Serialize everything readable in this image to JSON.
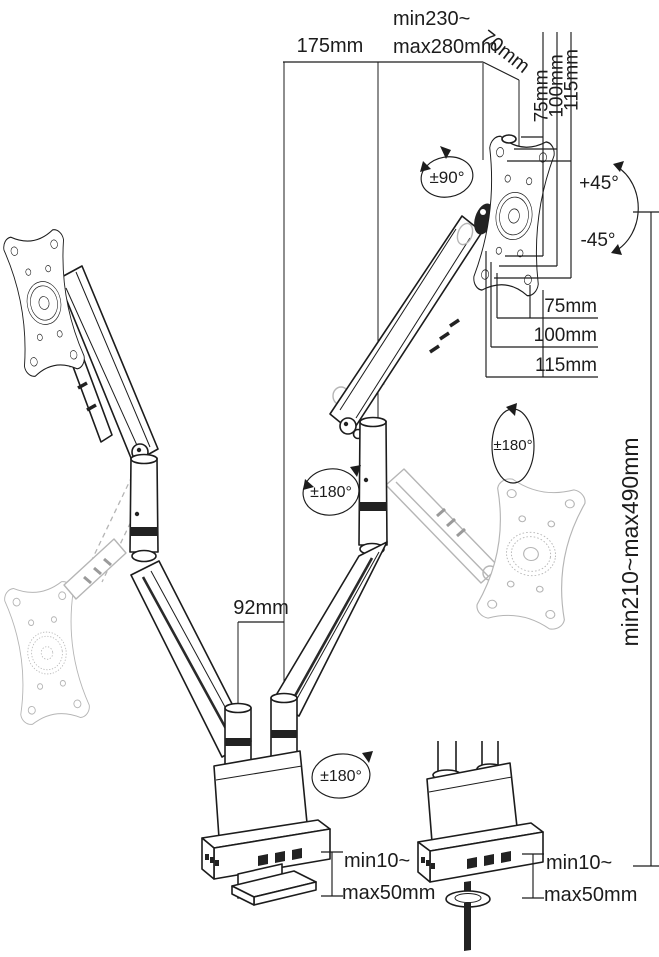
{
  "diagram": {
    "type": "technical-line-drawing",
    "subject": "dual-monitor-desk-mount-arm-dimension-diagram",
    "colors": {
      "background": "#ffffff",
      "line": "#1c1c1c",
      "ghost": "#b5b5b5"
    },
    "dimensions": {
      "arm_segment_reach": "175mm",
      "extension_range_line1": "min230~",
      "extension_range_line2": "max280mm",
      "head_depth": "70mm",
      "vesa_vertical": [
        "75mm",
        "100mm",
        "115mm"
      ],
      "vesa_horizontal": [
        "75mm",
        "100mm",
        "115mm"
      ],
      "pole_spacing": "92mm",
      "height_range": "min210~max490mm",
      "clamp_left_line1": "min10~",
      "clamp_left_line2": "max50mm",
      "clamp_right_line1": "min10~",
      "clamp_right_line2": "max50mm"
    },
    "rotations": {
      "head_swivel": "±90°",
      "tilt_up": "+45°",
      "tilt_down": "-45°",
      "left_arm_swivel": "±180°",
      "right_arm_swivel": "±180°",
      "base_swivel": "±180°"
    }
  }
}
